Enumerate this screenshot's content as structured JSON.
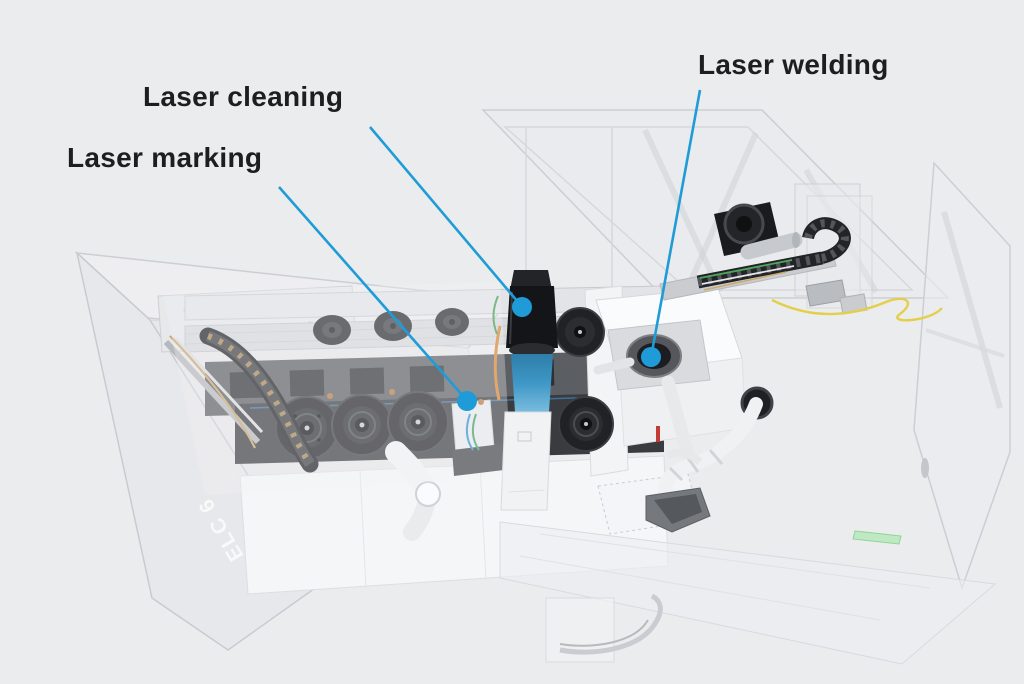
{
  "page": {
    "background_color": "#ebeced",
    "description": "Annotated 3D rendering of an industrial laser machine with three callouts"
  },
  "annotations": {
    "accent_color": "#1f9cd8",
    "labels": [
      {
        "id": "laser-marking",
        "text": "Laser marking"
      },
      {
        "id": "laser-cleaning",
        "text": "Laser cleaning"
      },
      {
        "id": "laser-welding",
        "text": "Laser welding"
      }
    ]
  },
  "machine": {
    "model_label": "ELC 6",
    "status_light_color": "#bfe9c2",
    "blue_band_color": "#2f7ea8",
    "cable_colors": {
      "yellow": "#e3cf4b",
      "orange": "#d9822b",
      "gold": "#c9a469"
    }
  }
}
